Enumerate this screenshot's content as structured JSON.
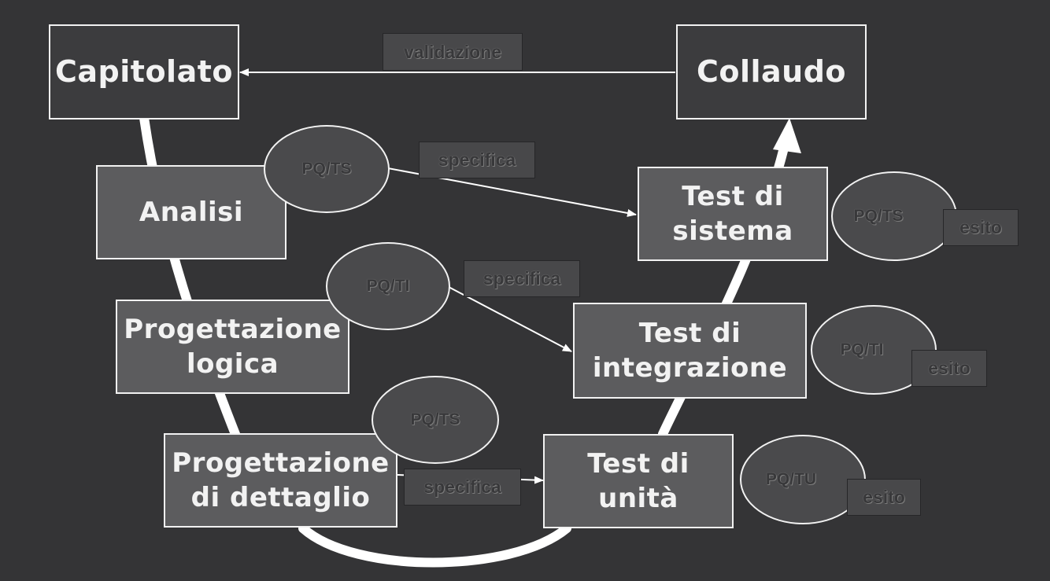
{
  "phases": {
    "capitolato": "Capitolato",
    "collaudo": "Collaudo",
    "analisi": "Analisi",
    "progettazione_logica": "Progettazione\nlogica",
    "progettazione_dettaglio": "Progettazione\ndi dettaglio",
    "test_sistema": "Test di\nsistema",
    "test_integrazione": "Test di\nintegrazione",
    "test_unita": "Test di\nunità"
  },
  "plans": {
    "analisi": "PQ/TS",
    "logica": "PQ/TI",
    "dettaglio": "PQ/TS",
    "sistema": "PQ/TS",
    "integrazione": "PQ/TI",
    "unita": "PQ/TU"
  },
  "labels": {
    "validazione": "validazione",
    "specifica_sistema": "specifica",
    "specifica_integrazione": "specifica",
    "specifica_unita": "specifica",
    "esito_sistema": "esito",
    "esito_integrazione": "esito",
    "esito_unita": "esito"
  },
  "colors": {
    "background": "#343436",
    "line": "#ffffff",
    "box_dark": "#3c3c3e",
    "box_mid": "#5c5c5e"
  }
}
